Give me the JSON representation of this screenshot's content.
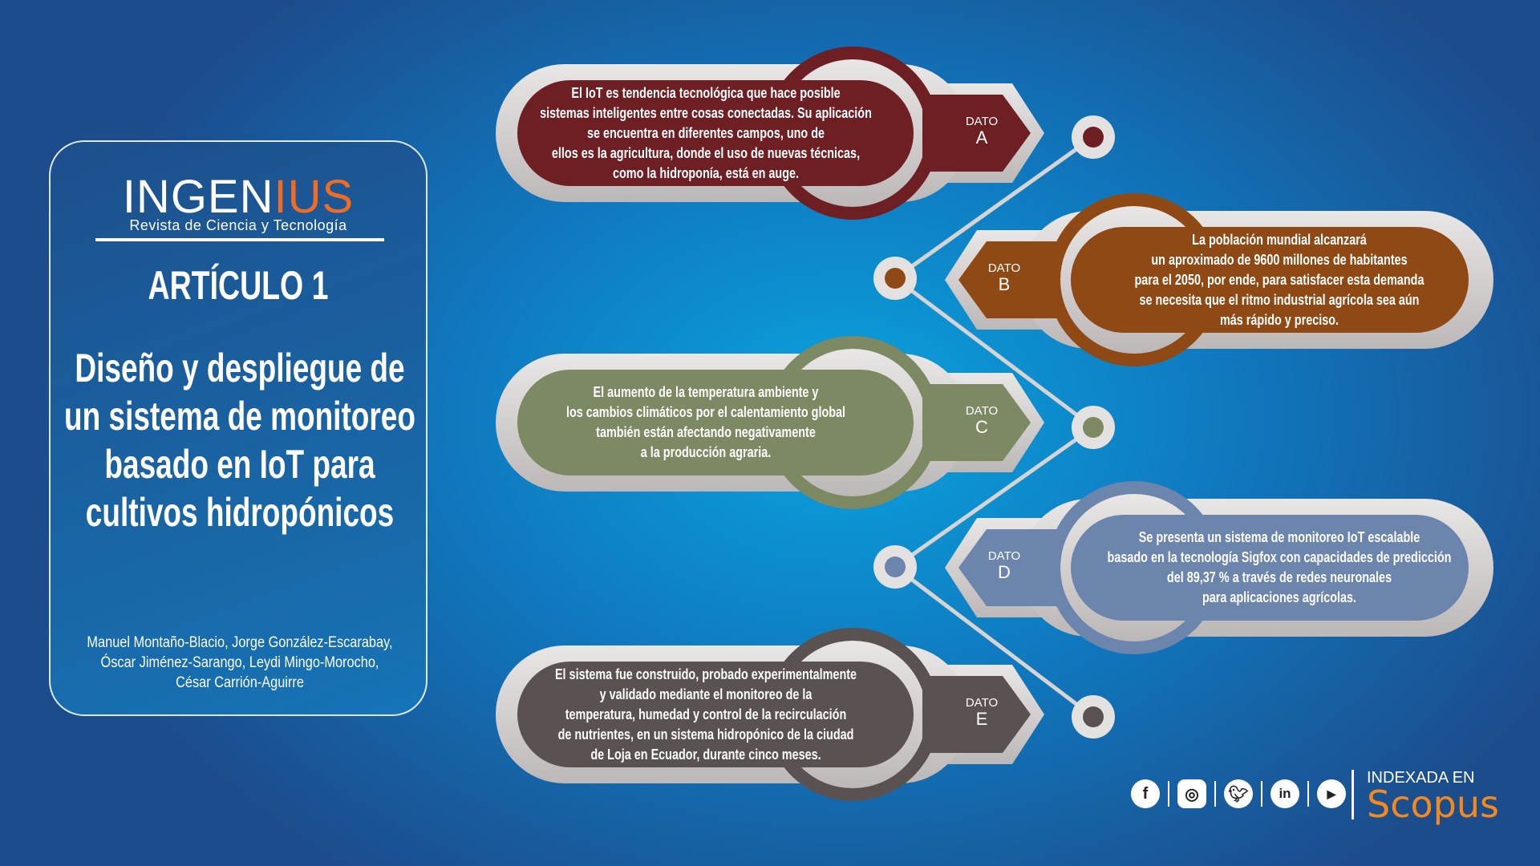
{
  "journal": {
    "name_a": "INGEN",
    "name_b": "IUS",
    "subtitle": "Revista de Ciencia y Tecnología"
  },
  "article": {
    "label": "ARTÍCULO 1",
    "title": "Diseño y despliegue de un sistema de monitoreo basado en IoT para cultivos hidropónicos",
    "authors": [
      "Manuel Montaño-Blacio, Jorge González-Escarabay,",
      "Óscar Jiménez-Sarango, Leydi Mingo-Morocho,",
      "César Carrión-Aguirre"
    ]
  },
  "facts": [
    {
      "tag": "DATO",
      "letter": "A",
      "color": "#6e1f23",
      "text": [
        "El IoT es tendencia tecnológica que hace posible",
        "sistemas inteligentes entre cosas conectadas. Su aplicación",
        "se encuentra en diferentes campos, uno de",
        "ellos es la agricultura, donde el uso de nuevas técnicas,",
        "como la hidroponía, está en auge."
      ]
    },
    {
      "tag": "DATO",
      "letter": "B",
      "color": "#8e4915",
      "text": [
        "La población mundial alcanzará",
        "un aproximado de 9600 millones de habitantes",
        "para el 2050, por ende, para satisfacer esta demanda",
        "se necesita que el ritmo industrial agrícola sea aún",
        "más rápido y preciso."
      ]
    },
    {
      "tag": "DATO",
      "letter": "C",
      "color": "#7c8962",
      "text": [
        "El aumento de la temperatura ambiente y",
        "los cambios climáticos por el calentamiento global",
        "también están afectando negativamente",
        "a la producción agraria."
      ]
    },
    {
      "tag": "DATO",
      "letter": "D",
      "color": "#6b85ad",
      "text": [
        "Se presenta un sistema de monitoreo IoT escalable",
        "basado en la tecnología Sigfox con capacidades de predicción",
        "del 89,37 % a través de redes neuronales",
        "para aplicaciones agrícolas."
      ]
    },
    {
      "tag": "DATO",
      "letter": "E",
      "color": "#5a5250",
      "text": [
        "El sistema fue construido, probado experimentalmente",
        "y validado mediante el monitoreo de la",
        "temperatura, humedad y control de la recirculación",
        "de nutrientes, en un sistema hidropónico de la ciudad",
        "de Loja en Ecuador, durante cinco meses."
      ]
    }
  ],
  "footer": {
    "indexed_label": "INDEXADA EN",
    "indexer": "Scopus",
    "social": [
      "facebook",
      "instagram",
      "twitter",
      "linkedin",
      "youtube"
    ]
  }
}
